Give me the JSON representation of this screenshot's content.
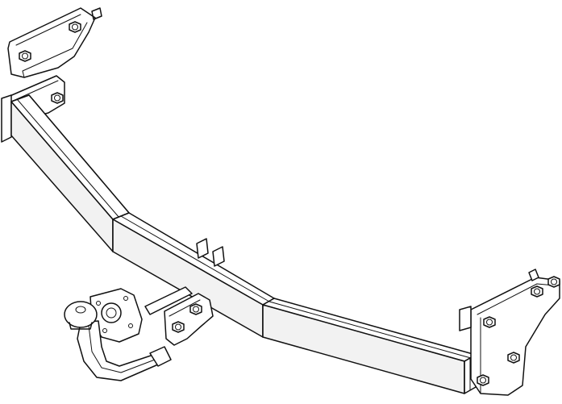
{
  "drawing": {
    "background": "#ffffff",
    "line_color": "#111111",
    "parts": [
      "left-mounting-bracket",
      "main-crossbar",
      "right-mounting-bracket",
      "tow-ball-neck",
      "tow-ball",
      "socket-plate",
      "ball-holder-plate",
      "mounting-bolts"
    ]
  }
}
